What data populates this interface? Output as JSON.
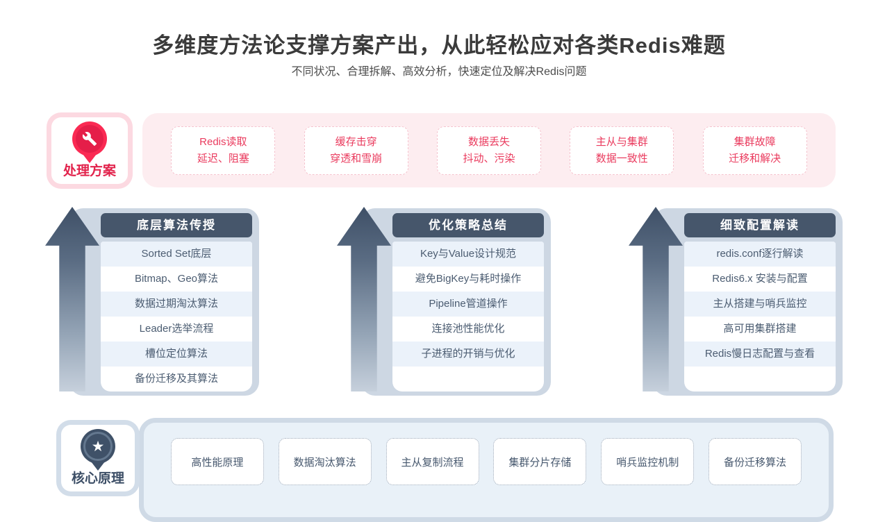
{
  "header": {
    "title": "多维度方法论支撑方案产出，从此轻松应对各类Redis难题",
    "subtitle": "不同状况、合理拆解、高效分析，快速定位及解决Redis问题"
  },
  "solutions": {
    "label": "处理方案",
    "icon": "wrench-pin",
    "items": [
      {
        "line1": "Redis读取",
        "line2": "延迟、阻塞"
      },
      {
        "line1": "缓存击穿",
        "line2": "穿透和雪崩"
      },
      {
        "line1": "数据丢失",
        "line2": "抖动、污染"
      },
      {
        "line1": "主从与集群",
        "line2": "数据一致性"
      },
      {
        "line1": "集群故障",
        "line2": "迁移和解决"
      }
    ]
  },
  "columns": [
    {
      "title": "底层算法传授",
      "items": [
        "Sorted Set底层",
        "Bitmap、Geo算法",
        "数据过期淘汰算法",
        "Leader选举流程",
        "槽位定位算法",
        "备份迁移及其算法"
      ]
    },
    {
      "title": "优化策略总结",
      "items": [
        "Key与Value设计规范",
        "避免BigKey与耗时操作",
        "Pipeline管道操作",
        "连接池性能优化",
        "子进程的开销与优化"
      ]
    },
    {
      "title": "细致配置解读",
      "items": [
        "redis.conf逐行解读",
        "Redis6.x 安装与配置",
        "主从搭建与哨兵监控",
        "高可用集群搭建",
        "Redis慢日志配置与查看"
      ]
    }
  ],
  "principles": {
    "label": "核心原理",
    "icon": "star-pin",
    "star_glyph": "★",
    "items": [
      "高性能原理",
      "数据淘汰算法",
      "主从复制流程",
      "集群分片存储",
      "哨兵监控机制",
      "备份迁移算法"
    ]
  },
  "colors": {
    "accent_red": "#ea3b5e",
    "pin_red": "#fa2a53",
    "slate_dark": "#46566b",
    "panel_pink": "#fdedf0",
    "panel_blue": "#e9f1f8",
    "row_stripe": "#ebf2fa",
    "shell_gray": "#cdd7e3"
  }
}
